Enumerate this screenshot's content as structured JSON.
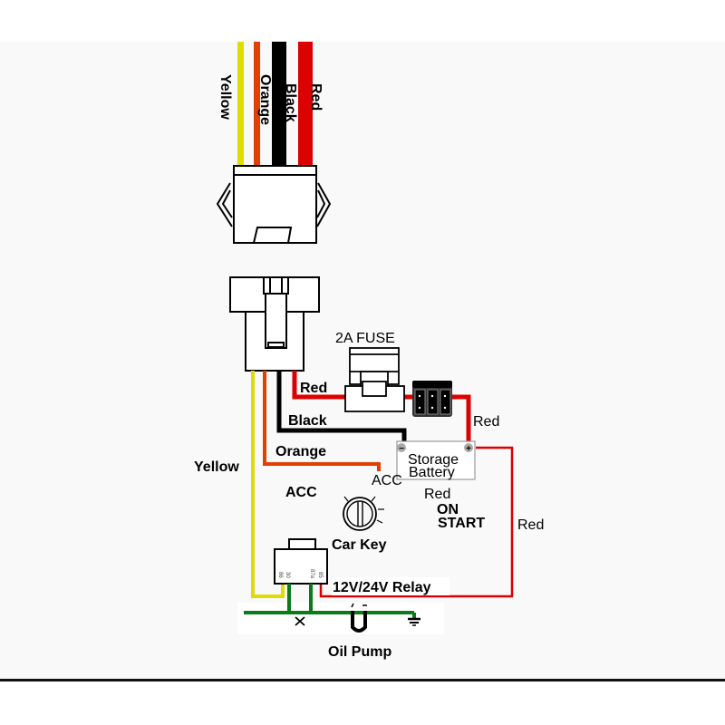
{
  "diagram": {
    "colors": {
      "yellow": "#e0dc00",
      "orange": "#e04000",
      "black": "#000000",
      "red": "#dd0000",
      "green": "#0a7a1a",
      "background": "#f9f9f9"
    },
    "wire_labels_top": {
      "yellow": "Yellow",
      "orange": "Orange",
      "black": "Black",
      "red": "Red"
    },
    "wire_labels": {
      "red_to_fuse": "Red",
      "black_to_battery": "Black",
      "orange_to_acc": "Orange",
      "yellow_to_relay": "Yellow",
      "red_fuse_to_battery": "Red",
      "red_battery_to_relay": "Red"
    },
    "components": {
      "fuse": "2A FUSE",
      "battery_line1": "Storage",
      "battery_line2": "Battery",
      "battery_neg": "−",
      "battery_pos": "+",
      "acc_terminal": "ACC",
      "acc_label": "ACC",
      "key_states": [
        "Red",
        "ON",
        "START"
      ],
      "car_key": "Car Key",
      "relay": "12V/24V Relay",
      "relay_pins": [
        "86",
        "30",
        "87a",
        "85"
      ],
      "oil_pump": "Oil Pump"
    }
  }
}
